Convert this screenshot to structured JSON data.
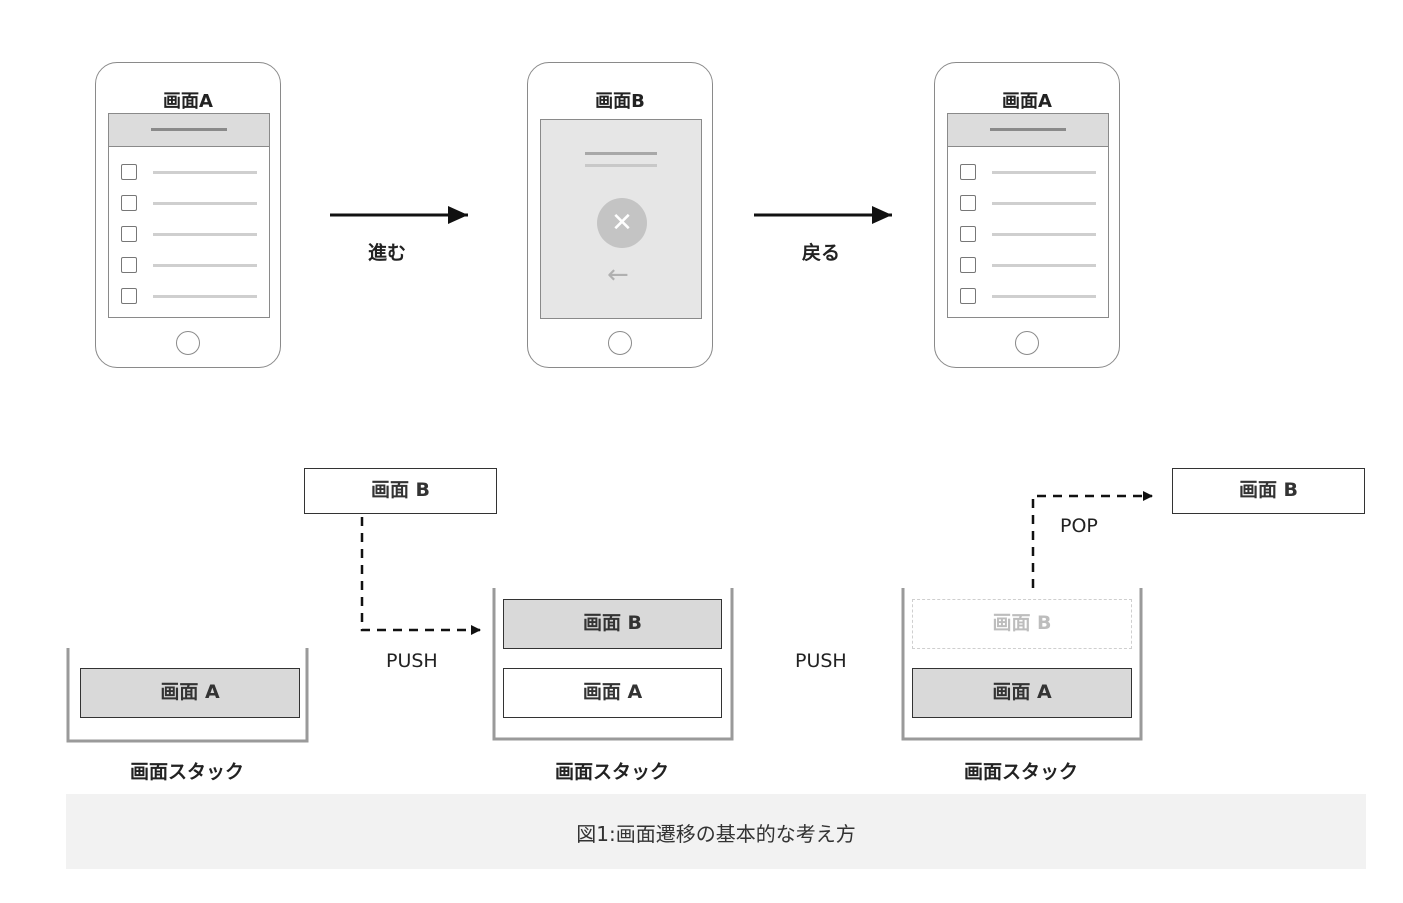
{
  "phones": [
    {
      "title": "画面A"
    },
    {
      "title": "画面B"
    },
    {
      "title": "画面A"
    }
  ],
  "flow": {
    "forward": "進む",
    "back": "戻る"
  },
  "stacks": {
    "card_a": "画面 A",
    "card_b": "画面 B",
    "label": "画面スタック",
    "push": "PUSH",
    "pop": "POP"
  },
  "caption": "図1:画面遷移の基本的な考え方"
}
